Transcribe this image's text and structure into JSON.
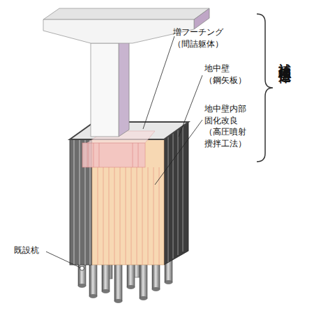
{
  "diagram": {
    "labels": [
      "増フーチング （間詰躯体）",
      "地中壁 （鋼矢板）",
      "地中壁内部 固化改良 （高圧噴射 攪拌工法）",
      "補強構造体",
      "既設杭"
    ]
  }
}
